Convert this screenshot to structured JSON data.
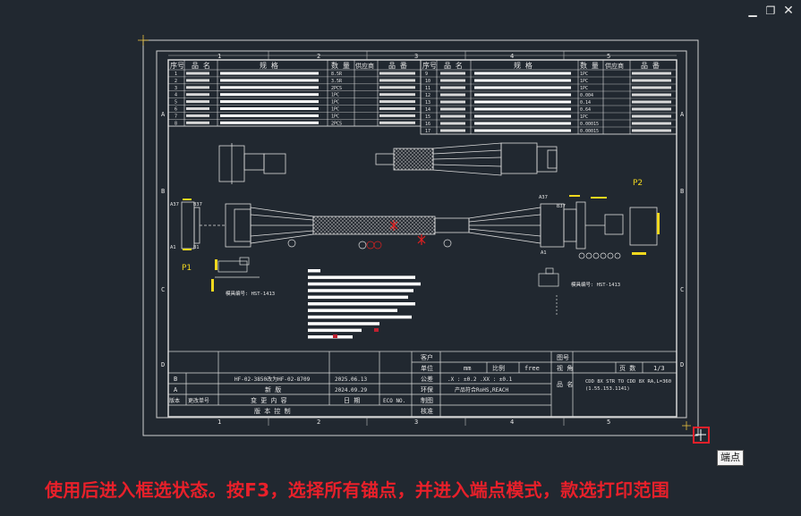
{
  "window_controls": {
    "minimize": "▁",
    "restore": "❐",
    "close": "✕"
  },
  "tooltip": "端点",
  "caption": "使用后进入框选状态。按F3，选择所有锚点，并进入端点模式，款选打印范围",
  "drawing": {
    "zone_cols": [
      "1",
      "2",
      "3",
      "4",
      "5"
    ],
    "zone_rows": [
      "A",
      "B",
      "C",
      "D"
    ],
    "bom_headers": [
      "序号",
      "品 名",
      "规 格",
      "数 量",
      "供应商",
      "品 番"
    ],
    "bom_left_qty": [
      "8.5R",
      "3.5R",
      "2PCS",
      "1PC",
      "1PC",
      "1PC",
      "1PC",
      "2PCS"
    ],
    "bom_right_qty": [
      "1PC",
      "1PC",
      "1PC",
      "0.004",
      "0.14",
      "0.64",
      "1PC",
      "0.00015",
      "0.00015"
    ],
    "label_p1": "P1",
    "label_p2": "P2",
    "label_a37": "A37",
    "label_b37": "B37",
    "label_a1": "A1",
    "label_b1": "B1",
    "mold_left": "模具编号: HST-1413",
    "mold_right": "模具编号: HST-1413",
    "title_block": {
      "customer": "客户",
      "unit": "单位",
      "unit_value": "mm",
      "scale": "比例",
      "scale_value": "free",
      "tolerance": "公差",
      "tolerance_value": ".X : ±0.2  .XX : ±0.1",
      "env": "环保",
      "env_value": "产品符合RoHS,REACH",
      "drawn": "制图",
      "approved": "核准",
      "part_no": "图号",
      "view": "视 角",
      "pages": "页 数",
      "pages_value": "1/3",
      "product_name": "品 名",
      "product_value": "CDD 8X STR TO CDD 8X RA,L=360",
      "product_value2": "(1.55.153.1141)",
      "rev_rows": [
        {
          "ver": "B",
          "desc": "HF-02-3850改为HF-02-8709",
          "date": "2025.06.13"
        },
        {
          "ver": "A",
          "desc": "新 版",
          "date": "2024.09.29"
        }
      ],
      "rev_headers": {
        "ver": "版本",
        "change_no": "更改单号",
        "content": "变 更 内 容",
        "date": "日 期",
        "ecn": "ECO NO."
      },
      "rev_footer": "版  本  控  制"
    }
  }
}
